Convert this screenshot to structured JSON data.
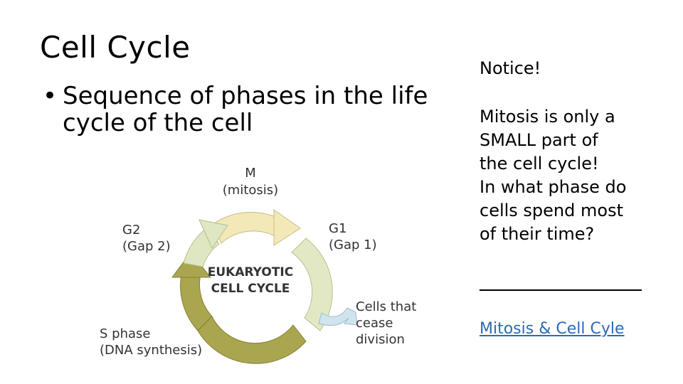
{
  "slide": {
    "title": "Cell Cycle",
    "bullet": "Sequence of phases in the life cycle of the cell",
    "bullet_marker": "•"
  },
  "diagram": {
    "center_line1": "EUKARYOTIC",
    "center_line2": "CELL CYCLE",
    "m_label": "M",
    "m_sub": "(mitosis)",
    "g1_label": "G1",
    "g1_sub": "(Gap 1)",
    "g2_label": "G2",
    "g2_sub": "(Gap 2)",
    "s_label": "S phase",
    "s_sub": "(DNA synthesis)",
    "exit_line1": "Cells that",
    "exit_line2": "cease",
    "exit_line3": "division",
    "colors": {
      "m_phase": "#f3e8b8",
      "g1_phase": "#e3e8c4",
      "g2_phase": "#dfe7c2",
      "s_phase": "#aaa650",
      "exit_arrow": "#cfe4ee"
    }
  },
  "notice": {
    "title": "Notice!",
    "lines": [
      "Mitosis is only a",
      "SMALL part of",
      "the cell cycle!",
      "In what phase do",
      "cells spend most",
      "of their time?"
    ]
  },
  "link": {
    "text": "Mitosis & Cell Cyle"
  }
}
